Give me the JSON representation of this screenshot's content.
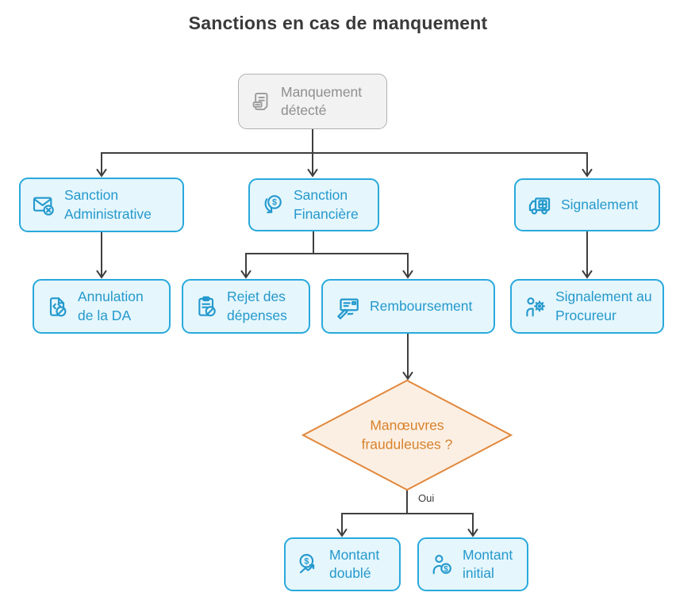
{
  "title": "Sanctions en cas de manquement",
  "colors": {
    "line": "#3f3f3f",
    "node_border": "#29a9dc",
    "node_fill": "#e5f6fc",
    "node_text": "#2499ce",
    "gray_border": "#b0b0b0",
    "gray_fill": "#f2f2f2",
    "gray_text": "#8f8f8f",
    "decision_border": "#e2873b",
    "decision_fill": "#fbefe3",
    "decision_text": "#d9822b",
    "title_color": "#3a3a3a"
  },
  "nodes": {
    "manquement": {
      "label": "Manquement détecté",
      "icon": "note-icon"
    },
    "sanction_administrative": {
      "label": "Sanction Administrative",
      "icon": "mail-cancel-icon"
    },
    "sanction_financiere": {
      "label": "Sanction Financière",
      "icon": "money-decrease-icon"
    },
    "signalement": {
      "label": "Signalement",
      "icon": "ambulance-icon"
    },
    "annulation": {
      "label": "Annulation de la DA",
      "icon": "file-cancel-icon"
    },
    "rejet": {
      "label": "Rejet des dépenses",
      "icon": "clipboard-cancel-icon"
    },
    "remboursement": {
      "label": "Remboursement",
      "icon": "cheque-pen-icon"
    },
    "procureur": {
      "label": "Signalement au Procureur",
      "icon": "person-gear-icon"
    },
    "decision": {
      "label": "Manœuvres frauduleuses ?"
    },
    "montant_double": {
      "label": "Montant doublé",
      "icon": "money-increase-icon"
    },
    "montant_initial": {
      "label": "Montant initial",
      "icon": "person-money-icon"
    }
  },
  "edges": {
    "oui_label": "Oui"
  }
}
